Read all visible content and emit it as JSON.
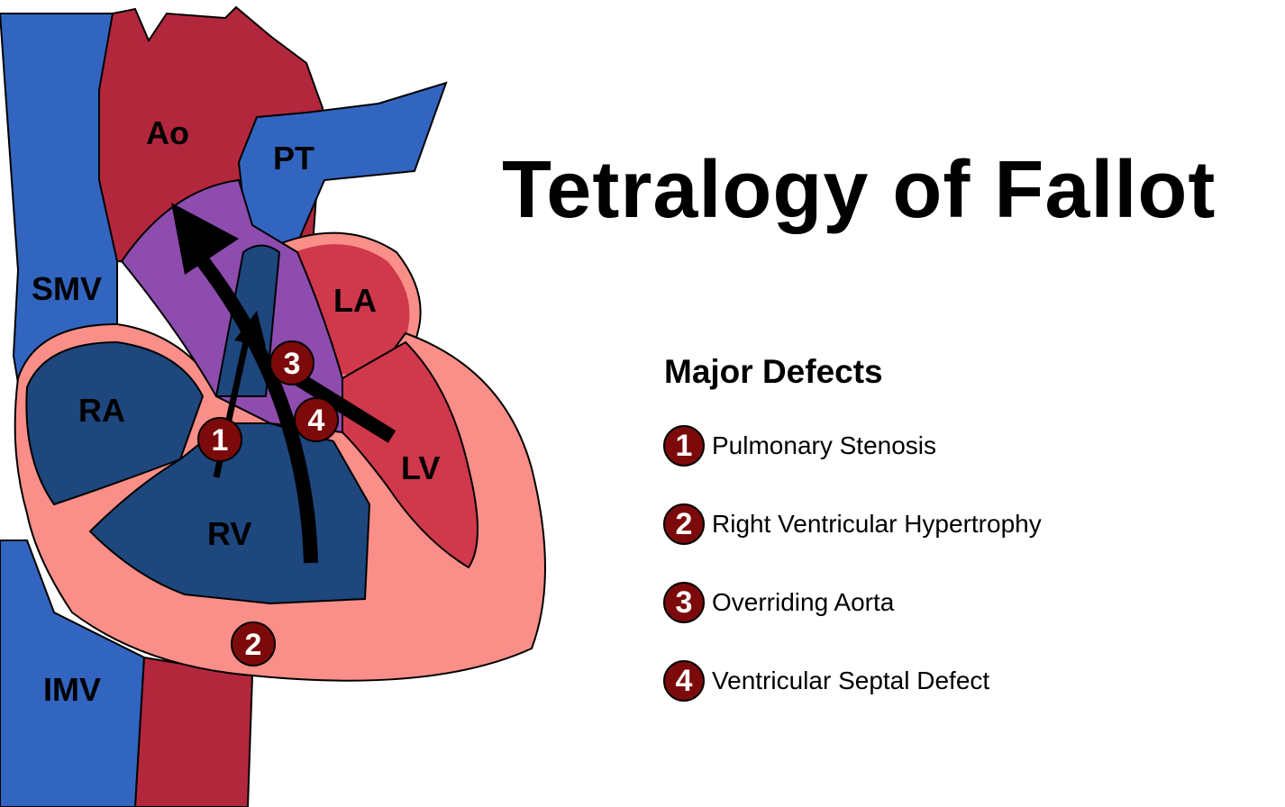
{
  "title": "Tetralogy of Fallot",
  "labels": {
    "ao": "Ao",
    "pt": "PT",
    "smv": "SMV",
    "la": "LA",
    "ra": "RA",
    "lv": "LV",
    "rv": "RV",
    "imv": "IMV"
  },
  "markers": [
    "1",
    "2",
    "3",
    "4"
  ],
  "legend": {
    "heading": "Major Defects",
    "items": [
      {
        "number": "1",
        "label": "Pulmonary Stenosis"
      },
      {
        "number": "2",
        "label": "Right Ventricular Hypertrophy"
      },
      {
        "number": "3",
        "label": "Overriding Aorta"
      },
      {
        "number": "4",
        "label": "Ventricular Septal Defect"
      }
    ]
  },
  "colors": {
    "vein": "#3265c0",
    "aorta": "#b3273d",
    "deoxy": "#1e477e",
    "mixed": "#8d4cae",
    "oxy": "#d0384c",
    "muscle": "#f98f88",
    "badge": "#7d0a0a"
  }
}
